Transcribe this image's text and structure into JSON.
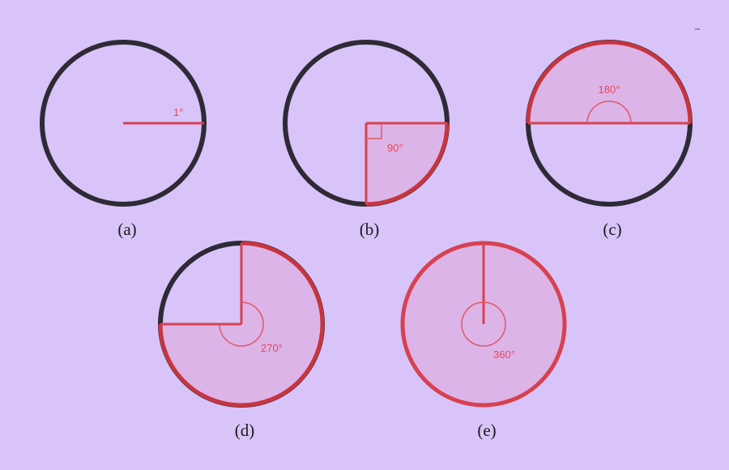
{
  "figures": [
    {
      "id": "a",
      "caption": "(a)",
      "angle_label": "1°"
    },
    {
      "id": "b",
      "caption": "(b)",
      "angle_label": "90°"
    },
    {
      "id": "c",
      "caption": "(c)",
      "angle_label": "180°"
    },
    {
      "id": "d",
      "caption": "(d)",
      "angle_label": "270°"
    },
    {
      "id": "e",
      "caption": "(e)",
      "angle_label": "360°"
    }
  ],
  "colors": {
    "background": "#d8c4f8",
    "circle_outline": "#2e2a36",
    "sector_fill": "#dcb4e8",
    "sector_stroke": "#d84150",
    "label": "#e4495a"
  }
}
